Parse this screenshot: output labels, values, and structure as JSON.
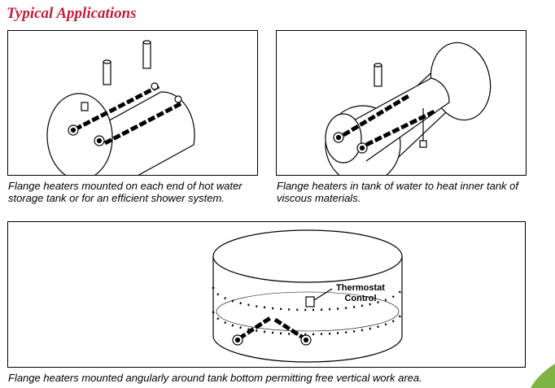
{
  "heading": "Typical Applications",
  "accent_color": "#c2203a",
  "panels": {
    "top_left": {
      "caption": "Flange heaters mounted on each end of hot water storage tank or for an efficient shower system."
    },
    "top_right": {
      "caption": "Flange heaters in tank of water to heat inner tank of viscous materials."
    },
    "bottom": {
      "caption": "Flange heaters mounted angularly around tank bottom permitting free vertical work area.",
      "thermostat_label_line1": "Thermostat",
      "thermostat_label_line2": "Control"
    }
  }
}
